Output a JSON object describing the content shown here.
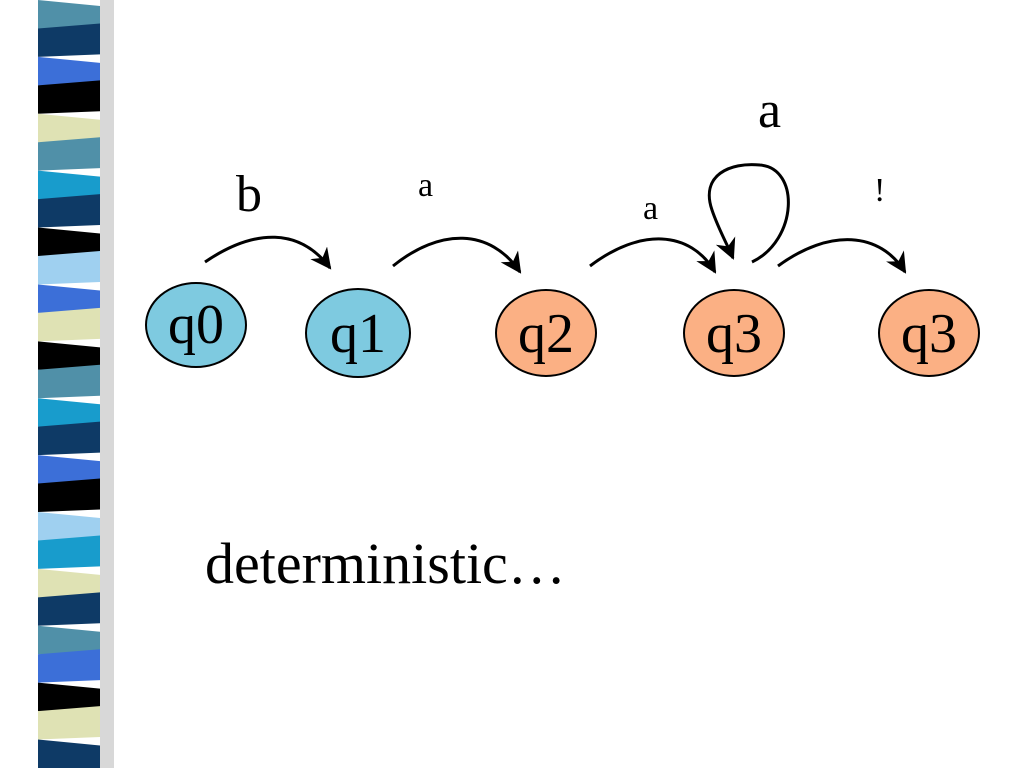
{
  "colors": {
    "initial_state_fill": "#7ecae0",
    "other_state_fill": "#fbb084",
    "stroke": "#000000",
    "stripe_palette": [
      "#000000",
      "#5090a8",
      "#0e3a66",
      "#3c6fd8",
      "#dfe2b4",
      "#189ccc",
      "#9fd0f0",
      "#ffffff"
    ]
  },
  "states": [
    {
      "id": "q0",
      "label": "q0",
      "kind": "initial"
    },
    {
      "id": "q1",
      "label": "q1",
      "kind": "initial"
    },
    {
      "id": "q2",
      "label": "q2",
      "kind": "other"
    },
    {
      "id": "q3a",
      "label": "q3",
      "kind": "other"
    },
    {
      "id": "q3b",
      "label": "q3",
      "kind": "other"
    }
  ],
  "transitions": [
    {
      "from": "q0",
      "to": "q1",
      "label": "b"
    },
    {
      "from": "q1",
      "to": "q2",
      "label": "a"
    },
    {
      "from": "q2",
      "to": "q3a",
      "label": "a"
    },
    {
      "from": "q3a",
      "to": "q3a",
      "label": "a"
    },
    {
      "from": "q3a",
      "to": "q3b",
      "label": "!"
    }
  ],
  "caption": "deterministic…"
}
